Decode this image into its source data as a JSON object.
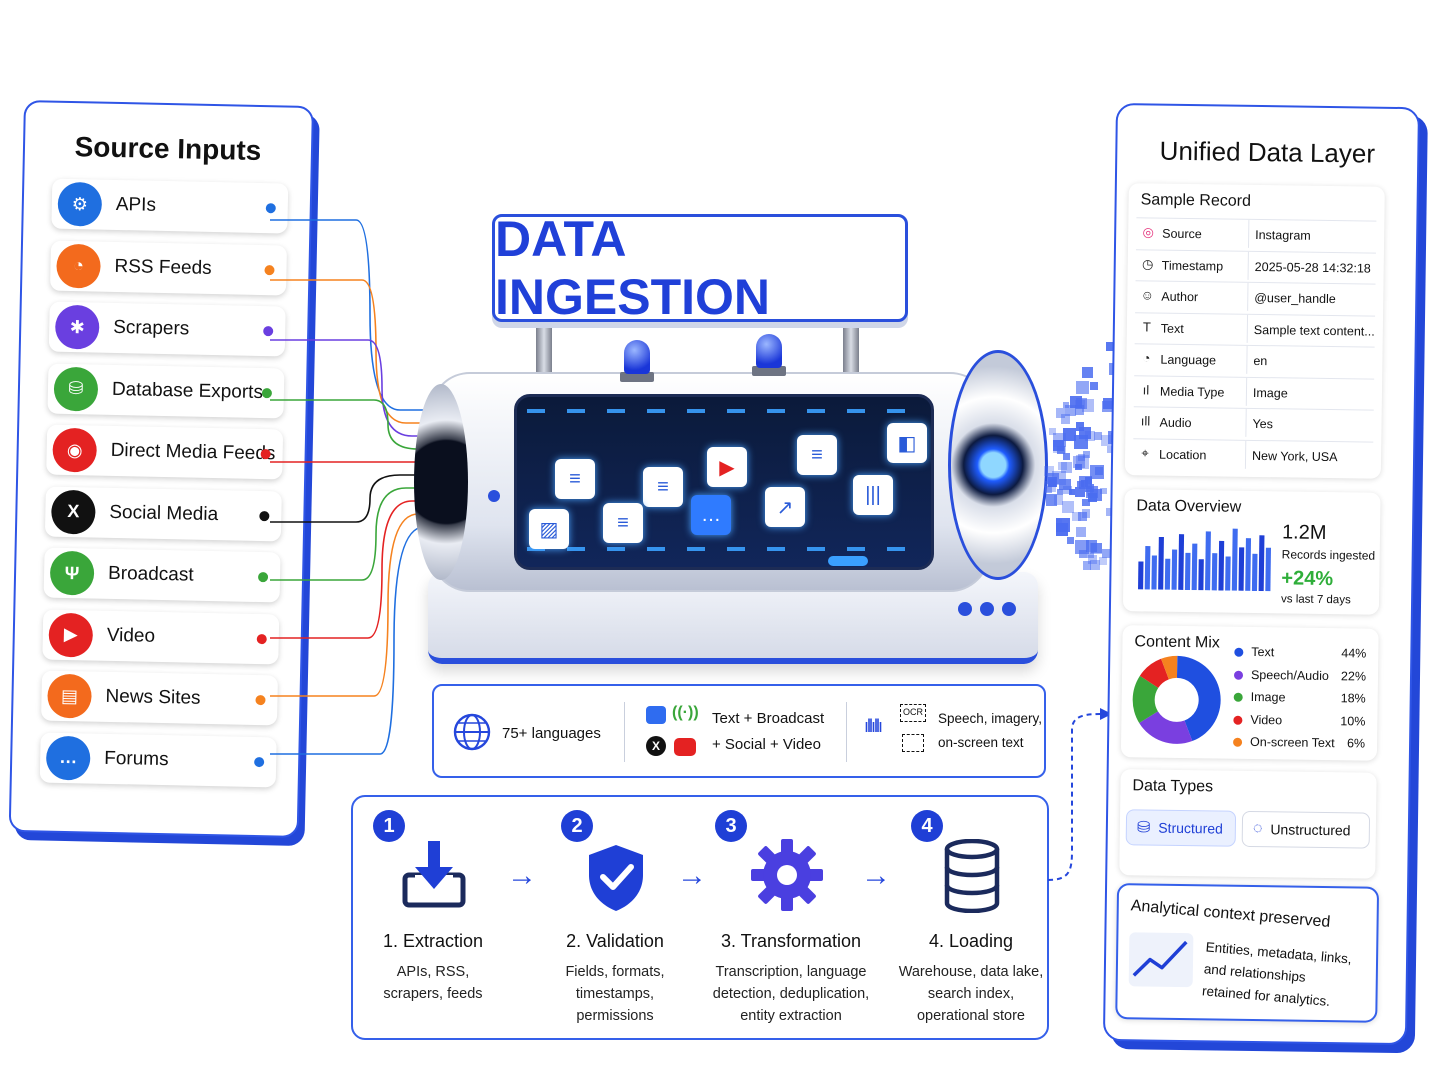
{
  "source_inputs": {
    "title": "Source Inputs",
    "items": [
      {
        "label": "APIs",
        "icon": "api-icon",
        "color": "#1f6fe0",
        "dot": "#1f6fe0"
      },
      {
        "label": "RSS Feeds",
        "icon": "rss-icon",
        "color": "#f36a1d",
        "dot": "#f5821f"
      },
      {
        "label": "Scrapers",
        "icon": "spider-icon",
        "color": "#6a3fe0",
        "dot": "#6a3fe0"
      },
      {
        "label": "Database Exports",
        "icon": "database-icon",
        "color": "#3aa63a",
        "dot": "#3aa63a"
      },
      {
        "label": "Direct Media Feeds",
        "icon": "broadcast-signal-icon",
        "color": "#e42222",
        "dot": "#e42222"
      },
      {
        "label": "Social Media",
        "icon": "x-logo-icon",
        "color": "#111111",
        "dot": "#111111"
      },
      {
        "label": "Broadcast",
        "icon": "antenna-icon",
        "color": "#3aa63a",
        "dot": "#3aa63a"
      },
      {
        "label": "Video",
        "icon": "youtube-icon",
        "color": "#e42222",
        "dot": "#e42222"
      },
      {
        "label": "News Sites",
        "icon": "newspaper-icon",
        "color": "#f36a1d",
        "dot": "#f5821f"
      },
      {
        "label": "Forums",
        "icon": "chat-bubble-icon",
        "color": "#1f6fe0",
        "dot": "#1f6fe0"
      }
    ]
  },
  "banner": {
    "title": "DATA INGESTION"
  },
  "info_strip": {
    "languages": "75+ languages",
    "media_line1": "Text + Broadcast",
    "media_line2": "+ Social + Video",
    "ocr_badge": "OCR",
    "speech_line1": "Speech, imagery,",
    "speech_line2": "on-screen text"
  },
  "pipeline": {
    "steps": [
      {
        "num": "1",
        "title": "1. Extraction",
        "desc1": "APIs, RSS,",
        "desc2": "scrapers, feeds",
        "desc3": "",
        "icon": "download-icon"
      },
      {
        "num": "2",
        "title": "2. Validation",
        "desc1": "Fields, formats,",
        "desc2": "timestamps,",
        "desc3": "permissions",
        "icon": "shield-check-icon"
      },
      {
        "num": "3",
        "title": "3. Transformation",
        "desc1": "Transcription, language",
        "desc2": "detection, deduplication,",
        "desc3": "entity extraction",
        "icon": "gear-icon"
      },
      {
        "num": "4",
        "title": "4. Loading",
        "desc1": "Warehouse, data lake,",
        "desc2": "search index,",
        "desc3": "operational store",
        "icon": "database-icon"
      }
    ]
  },
  "unified_layer": {
    "title": "Unified Data Layer",
    "sample_record": {
      "title": "Sample Record",
      "rows": [
        {
          "key": "Source",
          "value": "Instagram",
          "icon": "instagram-icon"
        },
        {
          "key": "Timestamp",
          "value": "2025-05-28 14:32:18",
          "icon": "clock-icon"
        },
        {
          "key": "Author",
          "value": "@user_handle",
          "icon": "user-icon"
        },
        {
          "key": "Text",
          "value": "Sample text content...",
          "icon": "text-icon"
        },
        {
          "key": "Language",
          "value": "en",
          "icon": "language-icon"
        },
        {
          "key": "Media Type",
          "value": "Image",
          "icon": "waveform-icon"
        },
        {
          "key": "Audio",
          "value": "Yes",
          "icon": "audio-icon"
        },
        {
          "key": "Location",
          "value": "New York, USA",
          "icon": "location-icon"
        }
      ]
    },
    "overview": {
      "title": "Data Overview",
      "records": "1.2M",
      "records_label": "Records ingested",
      "growth": "+24%",
      "growth_label": "vs last 7 days",
      "growth_color": "#2fae3a",
      "bars": [
        0.45,
        0.7,
        0.55,
        0.85,
        0.5,
        0.65,
        0.9,
        0.6,
        0.75,
        0.5,
        0.95,
        0.6,
        0.8,
        0.55,
        1.0,
        0.7,
        0.85,
        0.6,
        0.9,
        0.7
      ]
    },
    "content_mix": {
      "title": "Content Mix",
      "items": [
        {
          "label": "Text",
          "pct": "44%",
          "value": 44,
          "color": "#1f4fe0"
        },
        {
          "label": "Speech/Audio",
          "pct": "22%",
          "value": 22,
          "color": "#7a3fe0"
        },
        {
          "label": "Image",
          "pct": "18%",
          "value": 18,
          "color": "#3aa63a"
        },
        {
          "label": "Video",
          "pct": "10%",
          "value": 10,
          "color": "#e42222"
        },
        {
          "label": "On-screen Text",
          "pct": "6%",
          "value": 6,
          "color": "#f5821f"
        }
      ]
    },
    "data_types": {
      "title": "Data Types",
      "structured": "Structured",
      "unstructured": "Unstructured"
    },
    "analytical": {
      "title": "Analytical context preserved",
      "desc1": "Entities, metadata, links,",
      "desc2": "and relationships",
      "desc3": "retained for analytics."
    }
  },
  "colors": {
    "accent": "#2a4fdc",
    "primary_blue": "#1f3fd6"
  }
}
